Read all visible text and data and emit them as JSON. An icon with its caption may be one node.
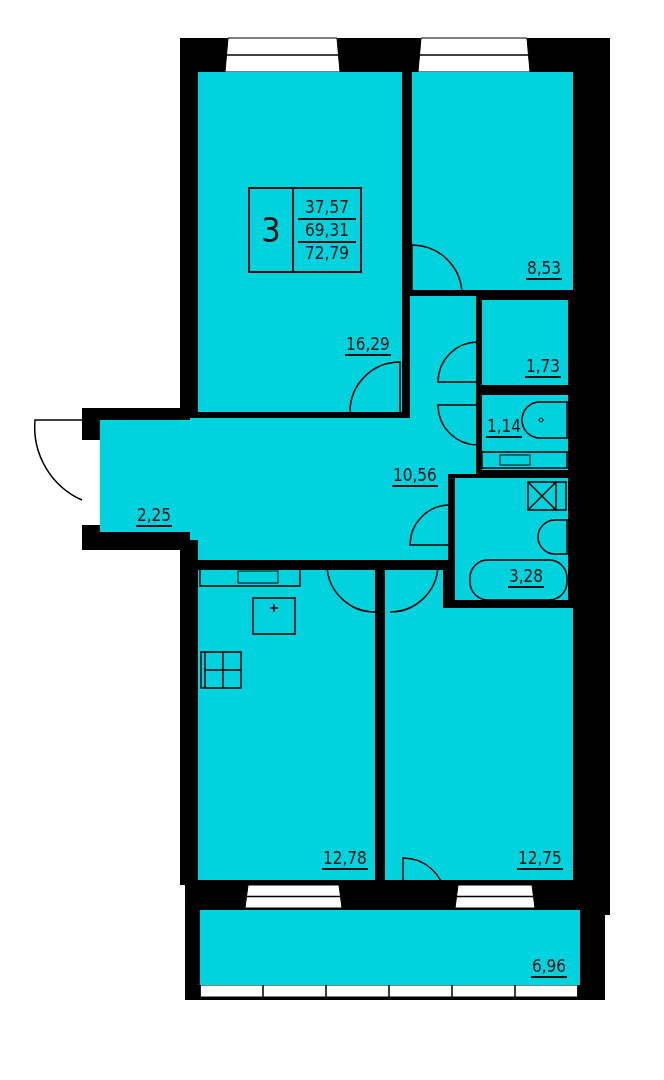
{
  "diagram": {
    "nodes": [
      {
        "text": [
          "16,29"
        ]
      },
      {
        "text": [
          "3",
          "37,57",
          "69,31",
          "72,79"
        ],
        "in": 0
      },
      {
        "text": [
          "8,53"
        ]
      },
      {
        "text": [
          "1,73"
        ]
      },
      {
        "text": [
          "1,14"
        ]
      },
      {
        "text": [
          "2,25"
        ]
      },
      {
        "text": [
          "10,56"
        ]
      },
      {
        "text": [
          "3,28"
        ]
      },
      {
        "text": [
          "12,78"
        ]
      },
      {
        "text": [
          "12,75"
        ]
      },
      {
        "text": [
          "6,96"
        ]
      }
    ]
  }
}
